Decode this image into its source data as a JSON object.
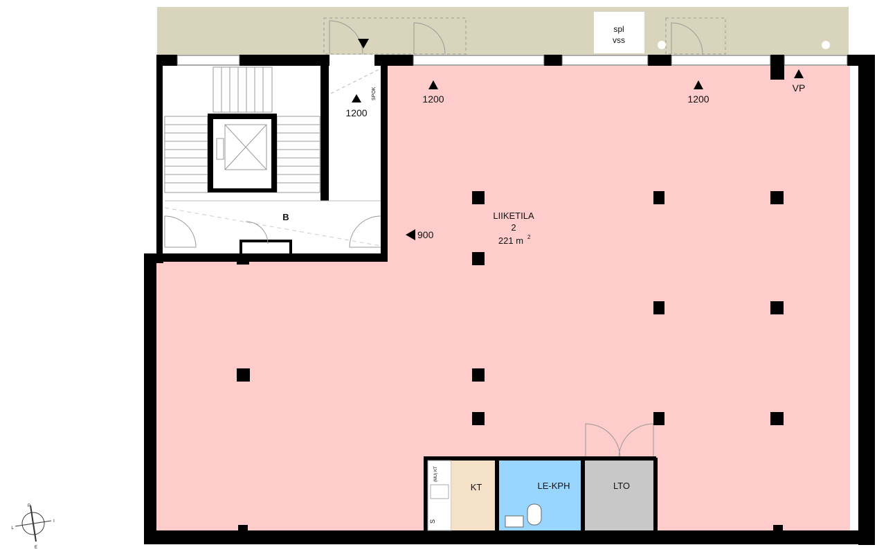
{
  "room": {
    "name": "LIIKETILA",
    "number": "2",
    "area": "221 m",
    "area_unit_sup": "2"
  },
  "stair_label": "B",
  "balcony_label": {
    "line1": "spl",
    "line2": "vss"
  },
  "door_markers": {
    "top_left": "1200",
    "top_mid": "1200",
    "top_right": "1200",
    "vp": "VP",
    "side": "900"
  },
  "spok_label": "SPOK",
  "rooms_small": {
    "kt": "KT",
    "le_kph": "LE-KPH",
    "lto": "LTO",
    "s": "S",
    "muikt": "(MU) KT"
  },
  "compass": {
    "n": "P",
    "e": "I",
    "s": "E",
    "w": "L"
  },
  "colors": {
    "commercial": "#ffcccc",
    "terrace": "#d9d4bc",
    "wall": "#000000",
    "kt_room": "#f5e1c8",
    "le_kph_room": "#99d6ff",
    "lto_room": "#c8c8c8"
  }
}
